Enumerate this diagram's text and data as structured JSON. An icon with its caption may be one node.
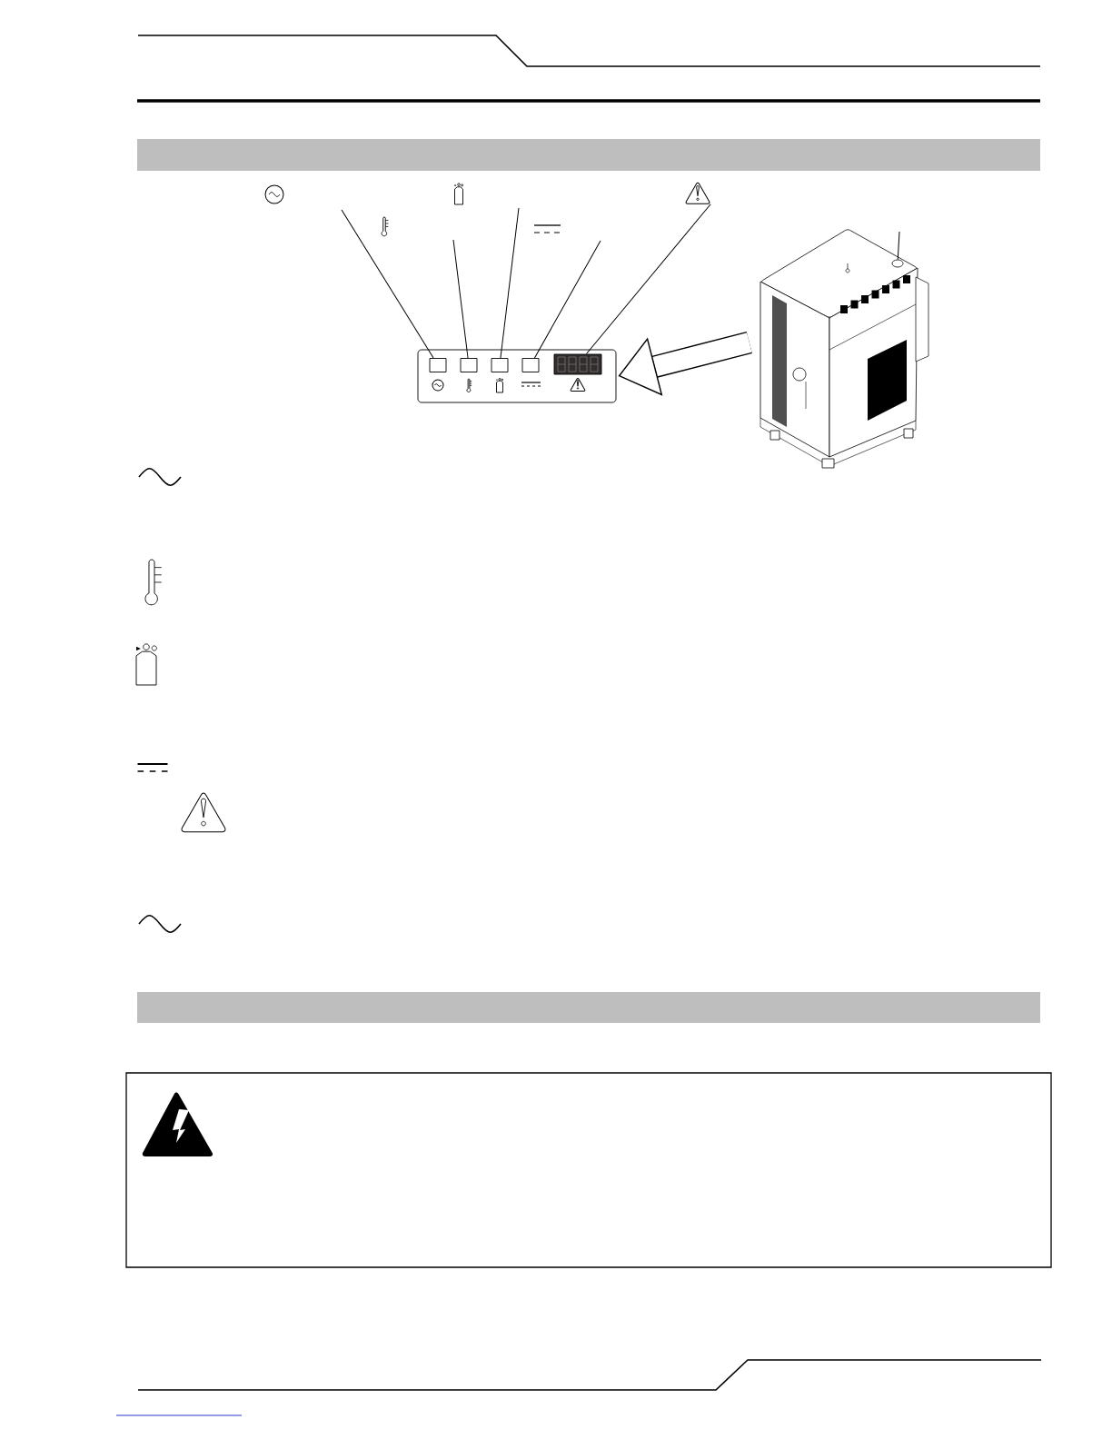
{
  "diagram": {
    "nodes": [
      {
        "text": [],
        "shape": "box"
      },
      {
        "text": [],
        "shape": "box",
        "in": 0
      },
      {
        "text": [],
        "shape": "box",
        "in": 0
      },
      {
        "text": [],
        "shape": "box",
        "in": 0
      },
      {
        "text": [],
        "shape": "box",
        "in": 0
      },
      {
        "text": [],
        "shape": "box",
        "in": 0
      },
      {
        "text": [],
        "shape": "picture"
      },
      {
        "text": [],
        "shape": "circle",
        "in": 6
      },
      {
        "text": [],
        "shape": "triangle"
      },
      {
        "text": [],
        "shape": "bar"
      },
      {
        "text": [],
        "shape": "bar"
      }
    ],
    "edges": [
      {
        "from": null,
        "to": 1,
        "arrow": "none"
      },
      {
        "from": null,
        "to": 2,
        "arrow": "none"
      },
      {
        "from": null,
        "to": 3,
        "arrow": "none"
      },
      {
        "from": null,
        "to": 4,
        "arrow": "none"
      },
      {
        "from": 8,
        "to": 5,
        "arrow": "none"
      },
      {
        "from": null,
        "to": 7,
        "arrow": "none"
      },
      {
        "from": 6,
        "to": 0,
        "arrow": "to",
        "style": "thick"
      }
    ]
  }
}
